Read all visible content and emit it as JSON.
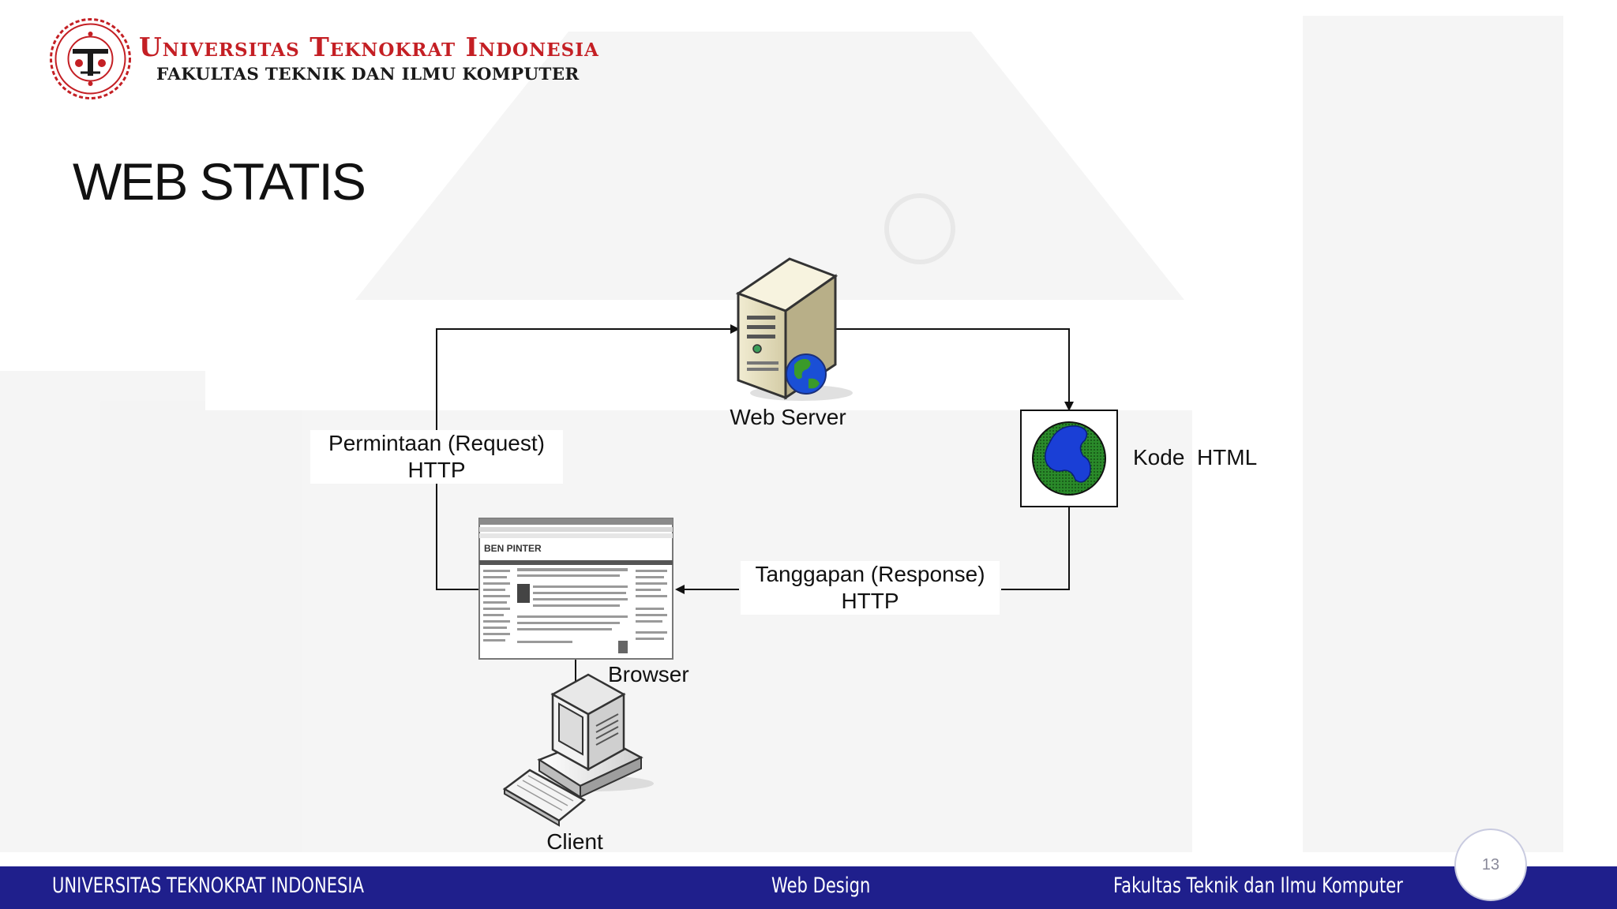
{
  "header": {
    "university": "Universitas Teknokrat Indonesia",
    "faculty": "FAKULTAS TEKNIK DAN ILMU KOMPUTER",
    "logo_text": "UNIVERSITAS TEKNOKRAT INDONESIA"
  },
  "slide": {
    "title": "WEB STATIS"
  },
  "diagram": {
    "nodes": {
      "web_server": "Web Server",
      "html_code": "Kode  HTML",
      "browser": "Browser",
      "client": "Client"
    },
    "edges": {
      "request_line1": "Permintaan (Request)",
      "request_line2": "HTTP",
      "response_line1": "Tanggapan (Response)",
      "response_line2": "HTTP"
    },
    "browser_site_name": "BEN PINTER"
  },
  "footer": {
    "left": "UNIVERSITAS TEKNOKRAT INDONESIA",
    "center": "Web Design",
    "right": "Fakultas Teknik dan Ilmu Komputer",
    "page_number": "13"
  },
  "colors": {
    "brand_red": "#c41f24",
    "footer_blue": "#1f1f8c",
    "globe_blue": "#1a3fd6",
    "globe_green": "#2a8a2a"
  }
}
